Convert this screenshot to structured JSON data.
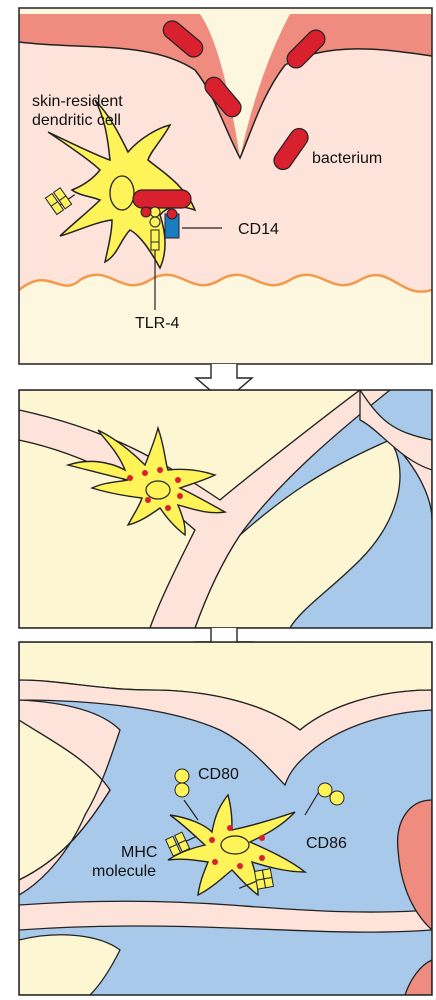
{
  "panels": [
    {
      "id": "skin",
      "labels": {
        "cell_line1": "skin-resident",
        "cell_line2": "dendritic cell",
        "bacterium": "bacterium",
        "cd14": "CD14",
        "tlr4": "TLR-4"
      }
    },
    {
      "id": "lymph-vessel",
      "labels": {}
    },
    {
      "id": "lymph-node",
      "labels": {
        "cd80": "CD80",
        "cd86": "CD86",
        "mhc_line1": "MHC",
        "mhc_line2": "molecule"
      }
    }
  ],
  "colors": {
    "skin_surface": "#f08b7f",
    "skin_tissue": "#fde3d9",
    "dermis": "#fdf7df",
    "dendritic_cell": "#fff35a",
    "bacterium": "#d9202e",
    "receptor_blue": "#1c7cc2",
    "vessel": "#fde3d9",
    "lymph": "#a9c9ea",
    "organ_fill": "#fdf6d3",
    "granule": "#d9202e",
    "membrane_line": "#f29a4a"
  }
}
